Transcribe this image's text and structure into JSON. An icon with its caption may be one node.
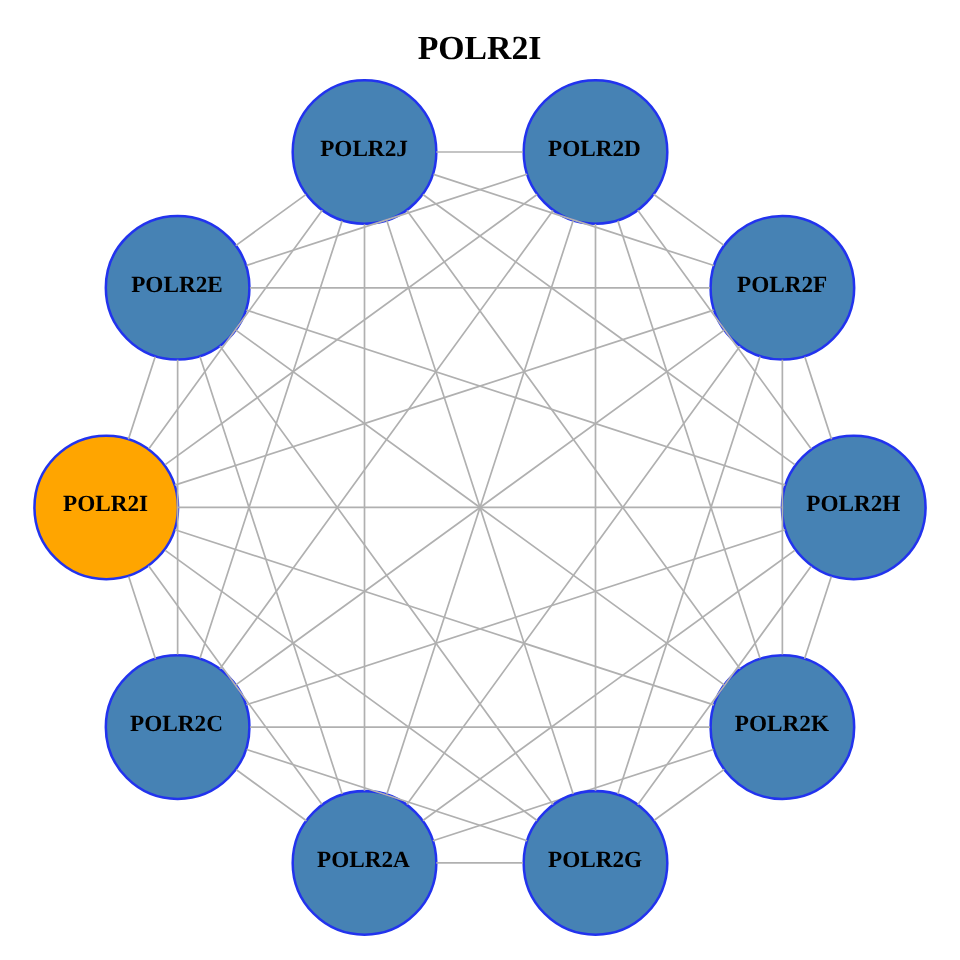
{
  "diagram": {
    "title": "POLR2I",
    "nodes": [
      {
        "text": [
          "POLR2K"
        ]
      },
      {
        "text": [
          "POLR2H"
        ]
      },
      {
        "text": [
          "POLR2A"
        ]
      },
      {
        "text": [
          "POLR2C"
        ]
      },
      {
        "text": [
          "POLR2I"
        ]
      },
      {
        "text": [
          "POLR2E"
        ]
      },
      {
        "text": [
          "POLR2J"
        ]
      },
      {
        "text": [
          "POLR2D"
        ]
      },
      {
        "text": [
          "POLR2F"
        ]
      },
      {
        "text": [
          "POLR2G"
        ]
      }
    ],
    "edges": [
      {
        "from": 0,
        "to": 1,
        "arrow": "none"
      },
      {
        "from": 0,
        "to": 2,
        "arrow": "none"
      },
      {
        "from": 0,
        "to": 3,
        "arrow": "none"
      },
      {
        "from": 0,
        "to": 4,
        "arrow": "none"
      },
      {
        "from": 0,
        "to": 5,
        "arrow": "none"
      },
      {
        "from": 0,
        "to": 6,
        "arrow": "none"
      },
      {
        "from": 0,
        "to": 7,
        "arrow": "none"
      },
      {
        "from": 0,
        "to": 8,
        "arrow": "none"
      },
      {
        "from": 0,
        "to": 9,
        "arrow": "none"
      },
      {
        "from": 1,
        "to": 2,
        "arrow": "none"
      },
      {
        "from": 1,
        "to": 3,
        "arrow": "none"
      },
      {
        "from": 1,
        "to": 4,
        "arrow": "none"
      },
      {
        "from": 1,
        "to": 5,
        "arrow": "none"
      },
      {
        "from": 1,
        "to": 6,
        "arrow": "none"
      },
      {
        "from": 1,
        "to": 7,
        "arrow": "none"
      },
      {
        "from": 1,
        "to": 8,
        "arrow": "none"
      },
      {
        "from": 1,
        "to": 9,
        "arrow": "none"
      },
      {
        "from": 2,
        "to": 3,
        "arrow": "none"
      },
      {
        "from": 2,
        "to": 4,
        "arrow": "none"
      },
      {
        "from": 2,
        "to": 5,
        "arrow": "none"
      },
      {
        "from": 2,
        "to": 6,
        "arrow": "none"
      },
      {
        "from": 2,
        "to": 7,
        "arrow": "none"
      },
      {
        "from": 2,
        "to": 8,
        "arrow": "none"
      },
      {
        "from": 2,
        "to": 9,
        "arrow": "none"
      },
      {
        "from": 3,
        "to": 4,
        "arrow": "none"
      },
      {
        "from": 3,
        "to": 5,
        "arrow": "none"
      },
      {
        "from": 3,
        "to": 6,
        "arrow": "none"
      },
      {
        "from": 3,
        "to": 7,
        "arrow": "none"
      },
      {
        "from": 3,
        "to": 8,
        "arrow": "none"
      },
      {
        "from": 3,
        "to": 9,
        "arrow": "none"
      },
      {
        "from": 4,
        "to": 5,
        "arrow": "none"
      },
      {
        "from": 4,
        "to": 6,
        "arrow": "none"
      },
      {
        "from": 4,
        "to": 7,
        "arrow": "none"
      },
      {
        "from": 4,
        "to": 8,
        "arrow": "none"
      },
      {
        "from": 4,
        "to": 9,
        "arrow": "none"
      },
      {
        "from": 5,
        "to": 6,
        "arrow": "none"
      },
      {
        "from": 5,
        "to": 7,
        "arrow": "none"
      },
      {
        "from": 5,
        "to": 8,
        "arrow": "none"
      },
      {
        "from": 5,
        "to": 9,
        "arrow": "none"
      },
      {
        "from": 6,
        "to": 7,
        "arrow": "none"
      },
      {
        "from": 6,
        "to": 8,
        "arrow": "none"
      },
      {
        "from": 6,
        "to": 9,
        "arrow": "none"
      },
      {
        "from": 7,
        "to": 8,
        "arrow": "none"
      },
      {
        "from": 7,
        "to": 9,
        "arrow": "none"
      },
      {
        "from": 8,
        "to": 9,
        "arrow": "none"
      }
    ]
  }
}
